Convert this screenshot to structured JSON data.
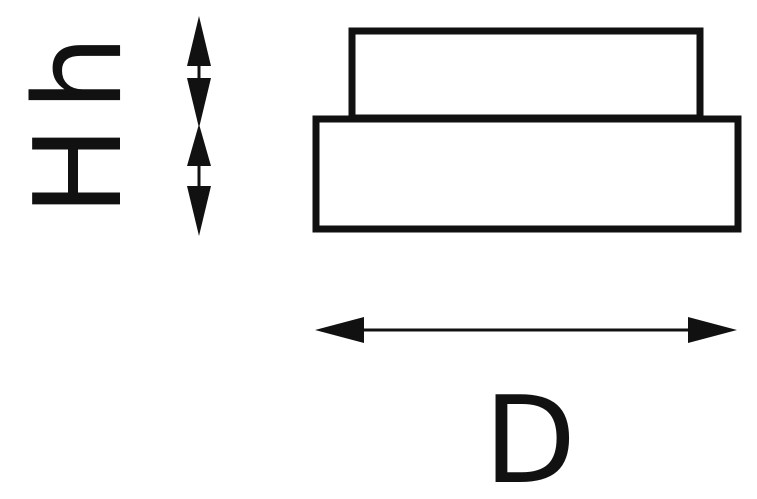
{
  "labels": {
    "h": "h",
    "H": "H",
    "D": "D"
  },
  "colors": {
    "stroke": "#111111",
    "background": "#ffffff"
  }
}
